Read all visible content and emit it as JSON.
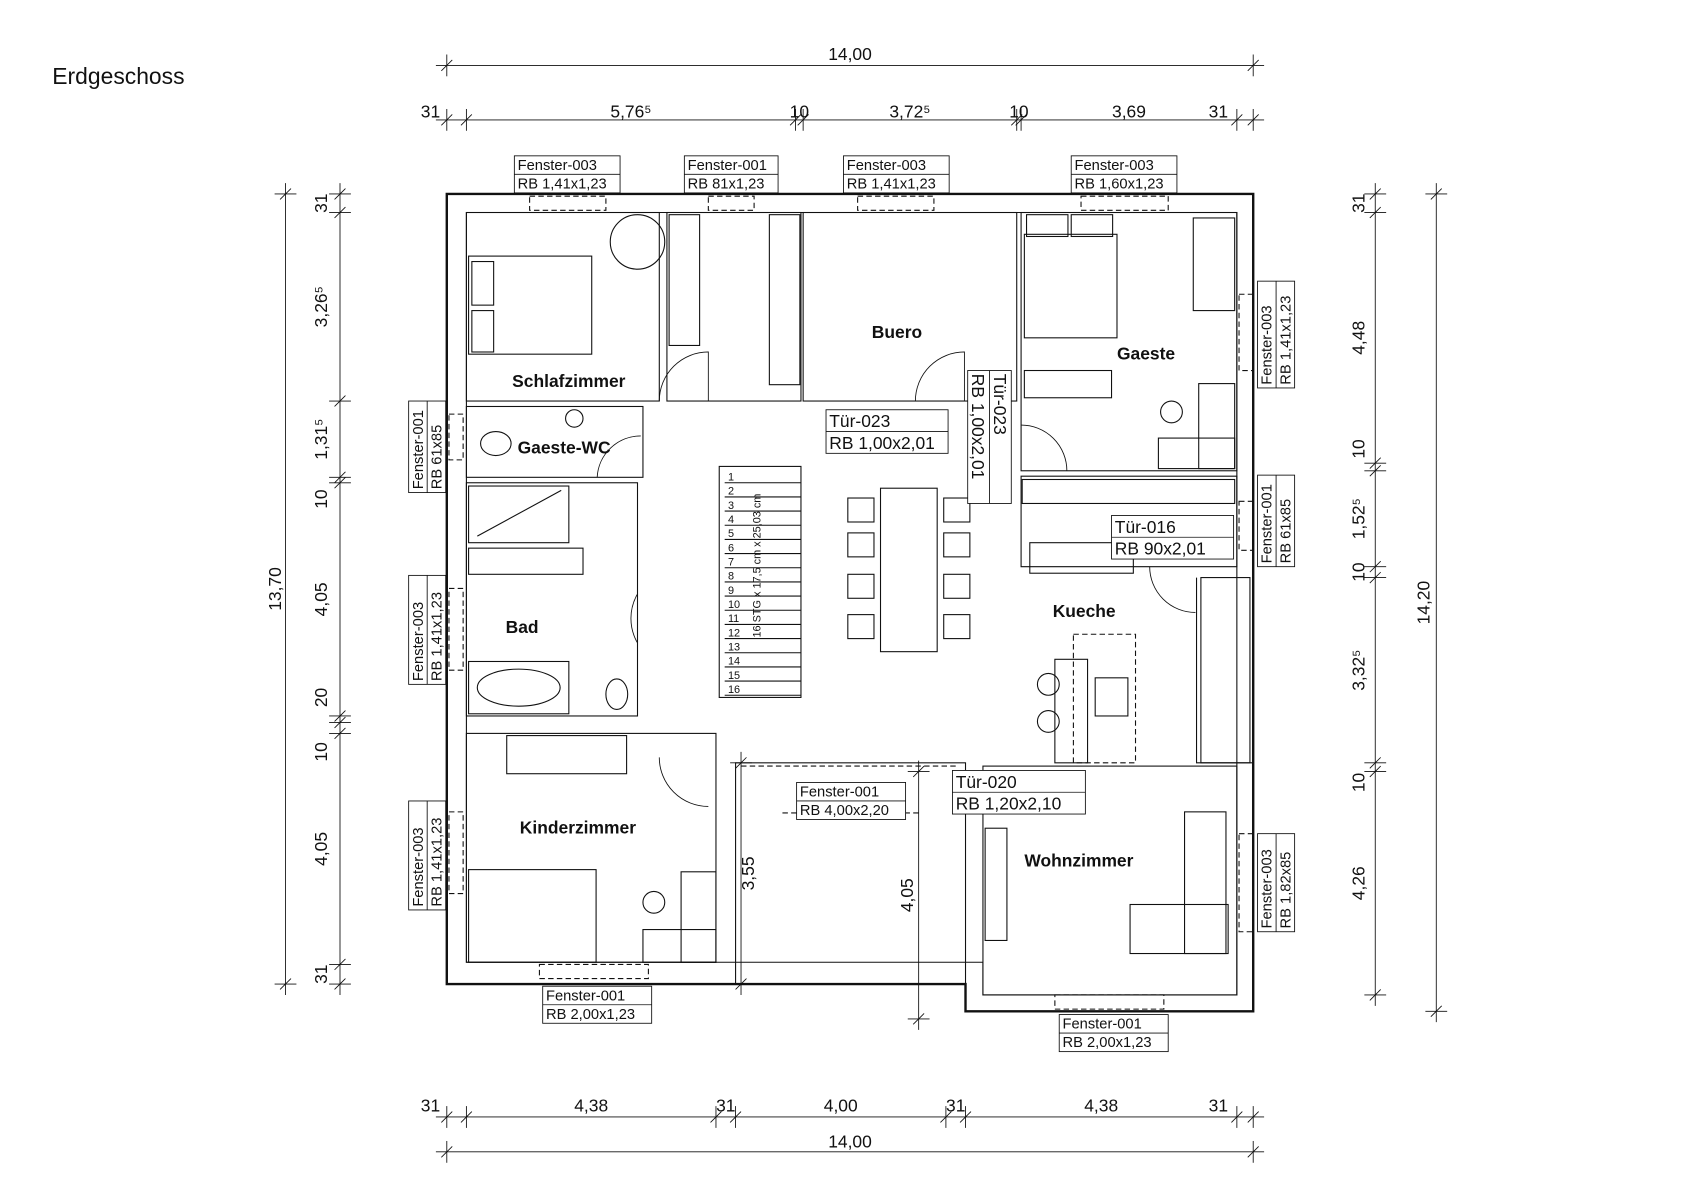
{
  "title": "Erdgeschoss",
  "rooms": {
    "schlafzimmer": "Schlafzimmer",
    "buero": "Buero",
    "gaeste": "Gaeste",
    "gaeste_wc": "Gaeste-WC",
    "bad": "Bad",
    "kueche": "Kueche",
    "kinderzimmer": "Kinderzimmer",
    "wohnzimmer": "Wohnzimmer"
  },
  "tags": [
    {
      "name": "Fenster-003",
      "size": "RB  1,41x1,23"
    },
    {
      "name": "Fenster-001",
      "size": "RB  81x1,23"
    },
    {
      "name": "Fenster-003",
      "size": "RB  1,41x1,23"
    },
    {
      "name": "Fenster-003",
      "size": "RB  1,60x1,23"
    },
    {
      "name": "Fenster-001",
      "size": "RB  2,00x1,23"
    },
    {
      "name": "Fenster-001",
      "size": "RB  2,00x1,23"
    },
    {
      "name": "Fenster-001",
      "size": "RB  4,00x2,20"
    },
    {
      "name": "Tür-023",
      "size": "RB  1,00x2,01"
    },
    {
      "name": "Tür-016",
      "size": "RB  90x2,01"
    },
    {
      "name": "Tür-020",
      "size": "RB  1,20x2,10"
    },
    {
      "name": "Tür-023",
      "size": "RB  1,00x2,01"
    },
    {
      "name": "Fenster-001",
      "size": "RB  61x85"
    },
    {
      "name": "Fenster-003",
      "size": "RB  1,41x1,23"
    },
    {
      "name": "Fenster-003",
      "size": "RB  1,41x1,23"
    },
    {
      "name": "Fenster-003",
      "size": "RB  1,41x1,23"
    },
    {
      "name": "Fenster-001",
      "size": "RB  61x85"
    },
    {
      "name": "Fenster-003",
      "size": "RB  1,82x85"
    }
  ],
  "dimensions": {
    "top_total": "14,00",
    "top": [
      "31",
      "5,76⁵",
      "10",
      "3,72⁵",
      "10",
      "3,69",
      "31"
    ],
    "bottom": [
      "31",
      "4,38",
      "31",
      "4,00",
      "31",
      "4,38",
      "31"
    ],
    "bottom_total": "14,00",
    "left_total": "13,70",
    "left": [
      "31",
      "3,26⁵",
      "1,31⁵",
      "10",
      "4,05",
      "20",
      "10",
      "4,05",
      "31"
    ],
    "right_total": "14,20",
    "right": [
      "31",
      "4,48",
      "10",
      "1,52⁵",
      "10",
      "3,32⁵",
      "10",
      "4,26"
    ],
    "interior": [
      "3,55",
      "4,05"
    ]
  },
  "stairs": {
    "label": "16 STG x 17,5 cm x 25,03 cm",
    "steps": [
      "1",
      "2",
      "3",
      "4",
      "5",
      "6",
      "7",
      "8",
      "9",
      "10",
      "11",
      "12",
      "13",
      "14",
      "15",
      "16"
    ]
  }
}
